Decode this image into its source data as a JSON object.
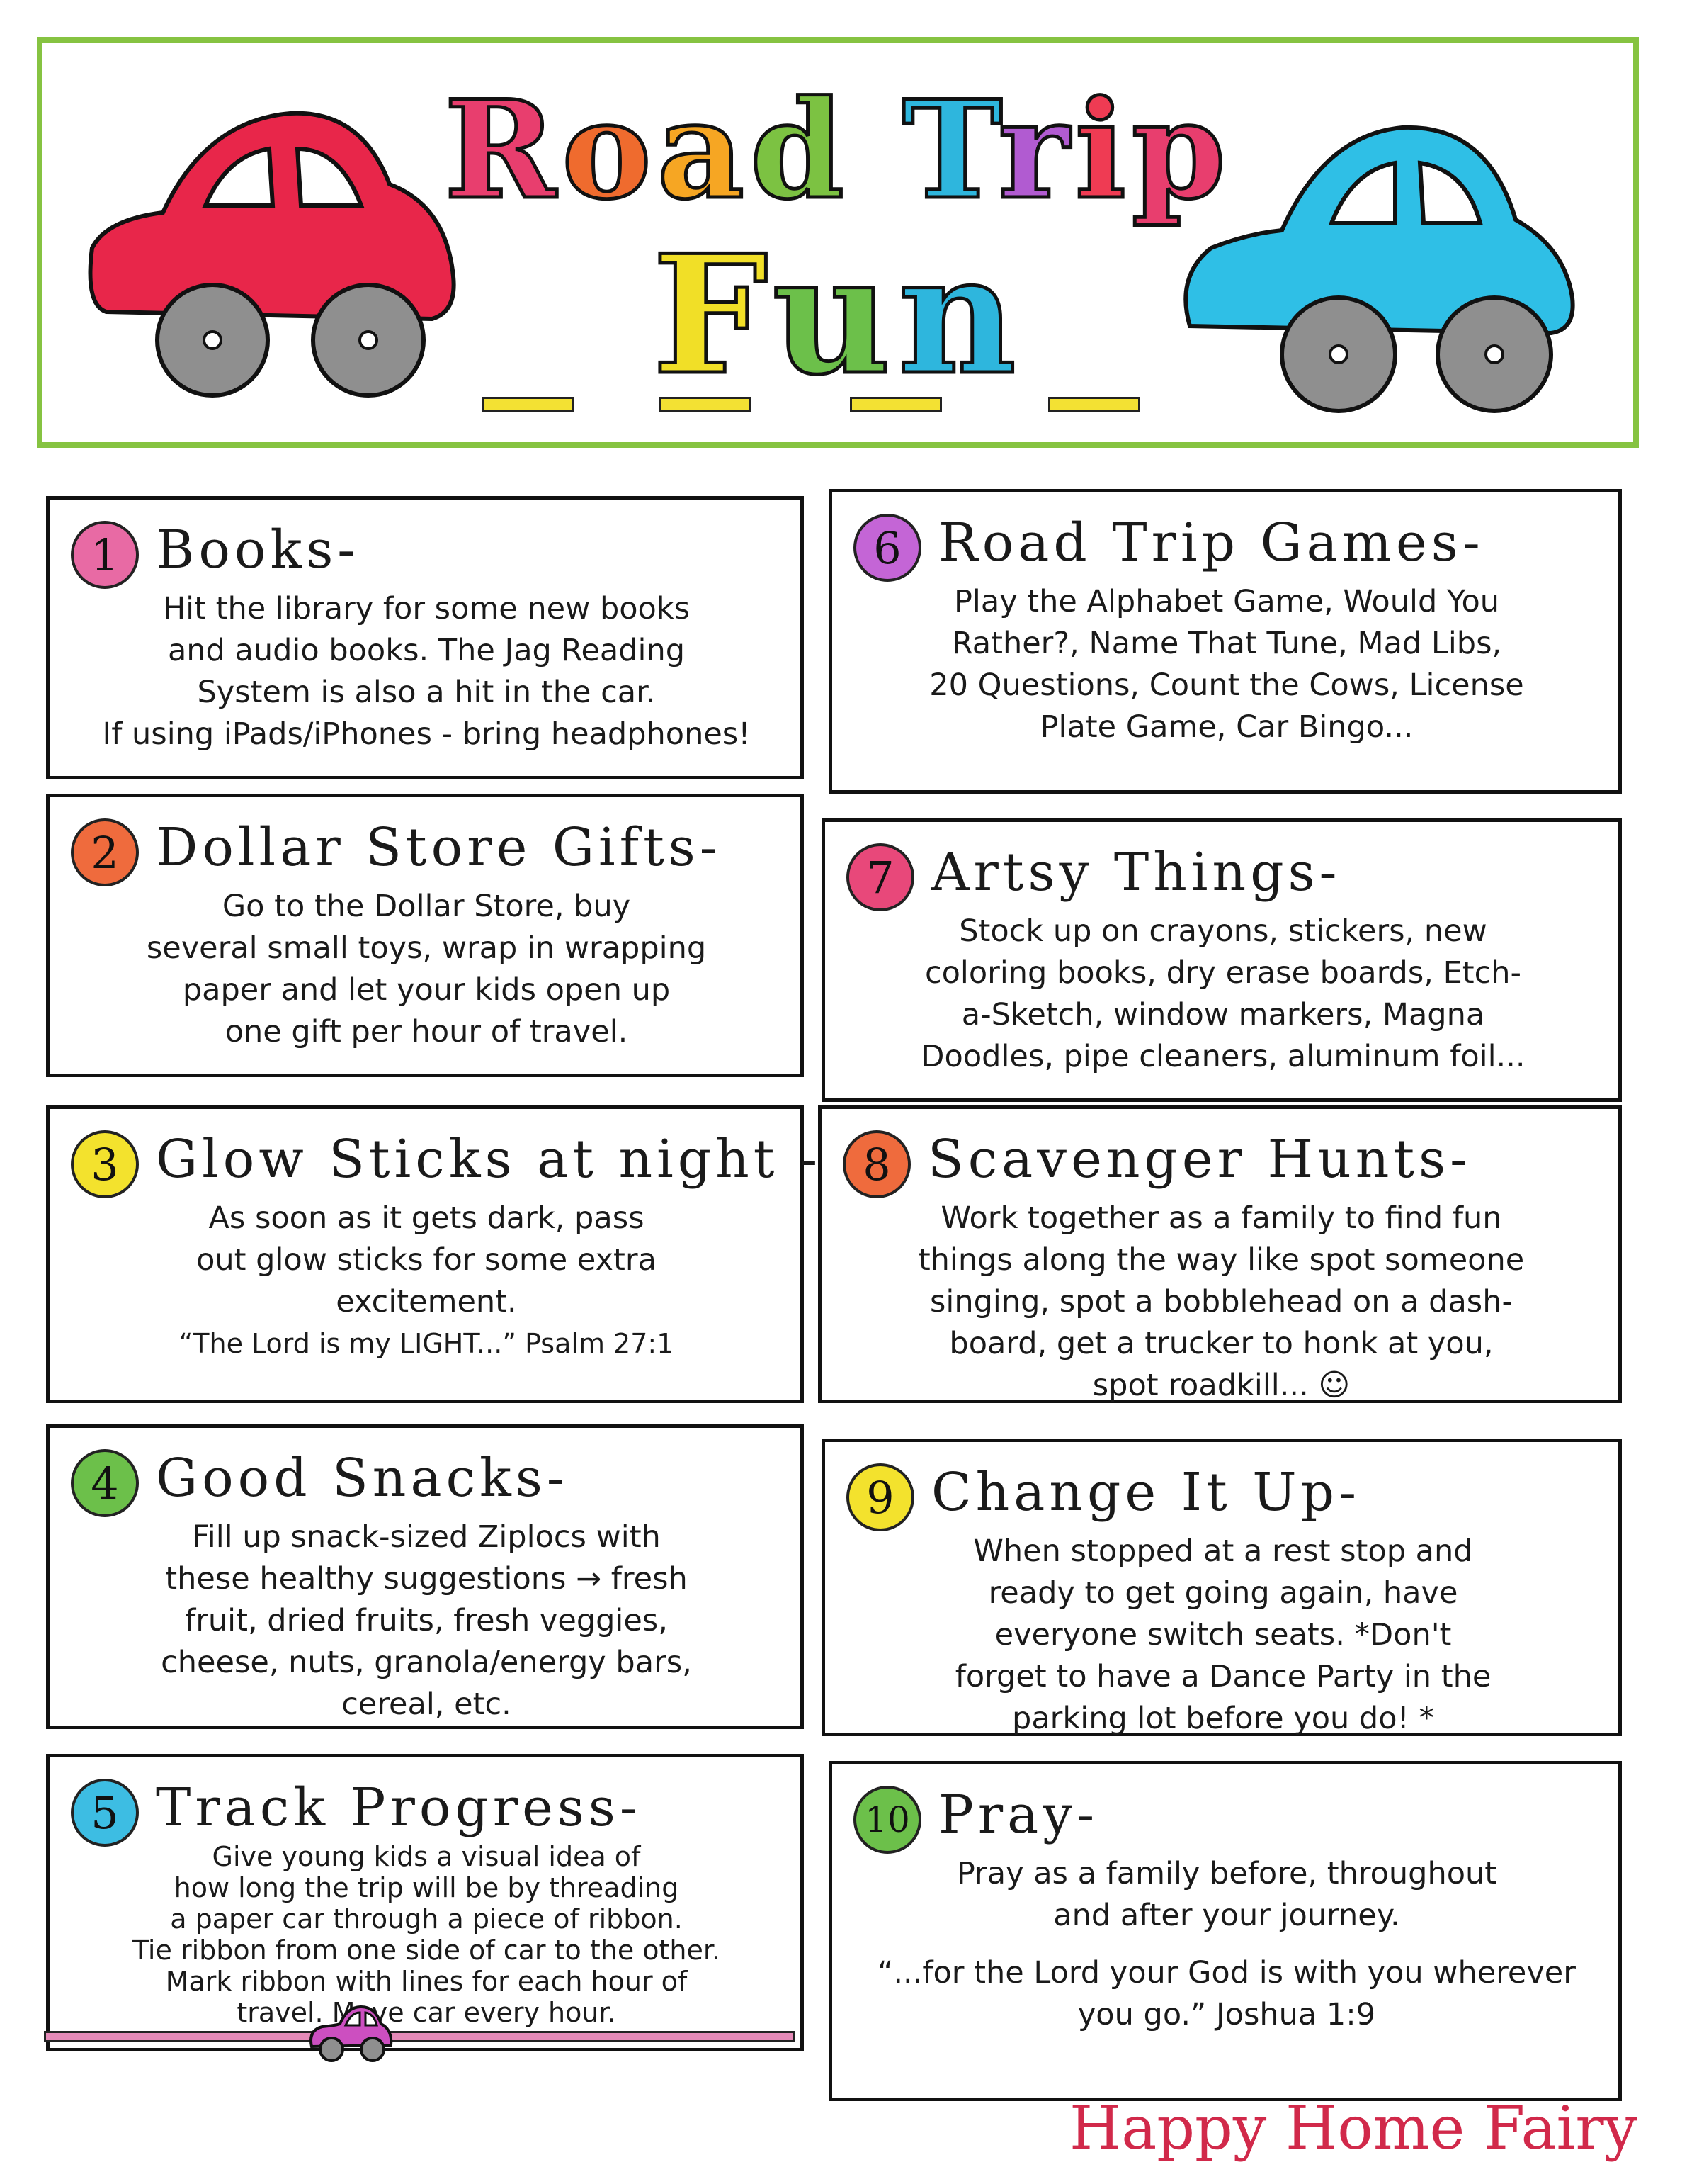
{
  "header": {
    "title_line1": [
      "R",
      "o",
      "a",
      "d",
      " ",
      "T",
      "r",
      "i",
      "p"
    ],
    "title_line2": [
      "F",
      "u",
      "n"
    ],
    "colors_line1": [
      "#e83e6e",
      "#ef6b2e",
      "#f6a623",
      "#7cc242",
      "",
      "#2eb6dd",
      "#b15bd1",
      "#ef3b53",
      "#e83e6e"
    ],
    "colors_line2": [
      "#f1df27",
      "#6cc04a",
      "#2eb6dd"
    ]
  },
  "cards": [
    {
      "number": "1",
      "circle_color": "#e86aa4",
      "title": "Books-",
      "lines": [
        "Hit the library for some new books",
        "and audio books. The Jag Reading",
        "System is also a hit in the car.",
        "If using iPads/iPhones - bring headphones!"
      ]
    },
    {
      "number": "2",
      "circle_color": "#ef6b3d",
      "title": "Dollar Store Gifts-",
      "lines": [
        "Go to the Dollar Store, buy",
        "several small toys, wrap in wrapping",
        "paper and let your kids open up",
        "one gift per hour of travel."
      ]
    },
    {
      "number": "3",
      "circle_color": "#f3e22d",
      "title": "Glow Sticks at night -",
      "lines": [
        "As soon as it gets dark, pass",
        "out glow sticks for some extra",
        "excitement."
      ],
      "note": "“The Lord is my LIGHT...” Psalm 27:1"
    },
    {
      "number": "4",
      "circle_color": "#6cc04a",
      "title": "Good Snacks-",
      "lines": [
        "Fill up snack-sized Ziplocs with",
        "these healthy suggestions → fresh",
        "fruit, dried fruits, fresh veggies,",
        "cheese, nuts, granola/energy bars,",
        "cereal, etc."
      ]
    },
    {
      "number": "5",
      "circle_color": "#3dbde3",
      "title": "Track Progress-",
      "lines": [
        "Give young kids a visual idea of",
        "how long the trip will be by threading",
        "a paper car through a piece of ribbon.",
        "Tie ribbon from one side of car to the other.",
        "Mark ribbon with lines for each hour of",
        "travel. Move car every hour."
      ]
    },
    {
      "number": "6",
      "circle_color": "#c465d6",
      "title": "Road Trip Games-",
      "lines": [
        "Play the Alphabet Game, Would You",
        "Rather?, Name That Tune, Mad Libs,",
        "20 Questions, Count the Cows, License",
        "Plate Game, Car Bingo..."
      ]
    },
    {
      "number": "7",
      "circle_color": "#e8487a",
      "title": "Artsy Things-",
      "lines": [
        "Stock up on crayons, stickers, new",
        "coloring books, dry erase boards, Etch-",
        "a-Sketch, window markers, Magna",
        "Doodles, pipe cleaners, aluminum foil..."
      ]
    },
    {
      "number": "8",
      "circle_color": "#ef6b3d",
      "title": "Scavenger Hunts-",
      "lines": [
        "Work together as a family to find fun",
        "things along the way like spot someone",
        "singing, spot a bobblehead on a dash-",
        "board, get a trucker to honk at you,",
        "spot roadkill... ☺"
      ]
    },
    {
      "number": "9",
      "circle_color": "#f3e22d",
      "title": "Change It Up-",
      "lines": [
        "When stopped at a rest stop and",
        "ready to get going again, have",
        "everyone switch seats. *Don't",
        "forget to have a Dance Party in the",
        "parking lot before you do! *"
      ]
    },
    {
      "number": "10",
      "circle_color": "#6cc04a",
      "title": "Pray-",
      "lines": [
        "Pray as a family before, throughout",
        "and after your journey."
      ],
      "note": "“...for the Lord your God is with you wherever you go.” Joshua 1:9"
    }
  ],
  "brand": "Happy Home Fairy"
}
